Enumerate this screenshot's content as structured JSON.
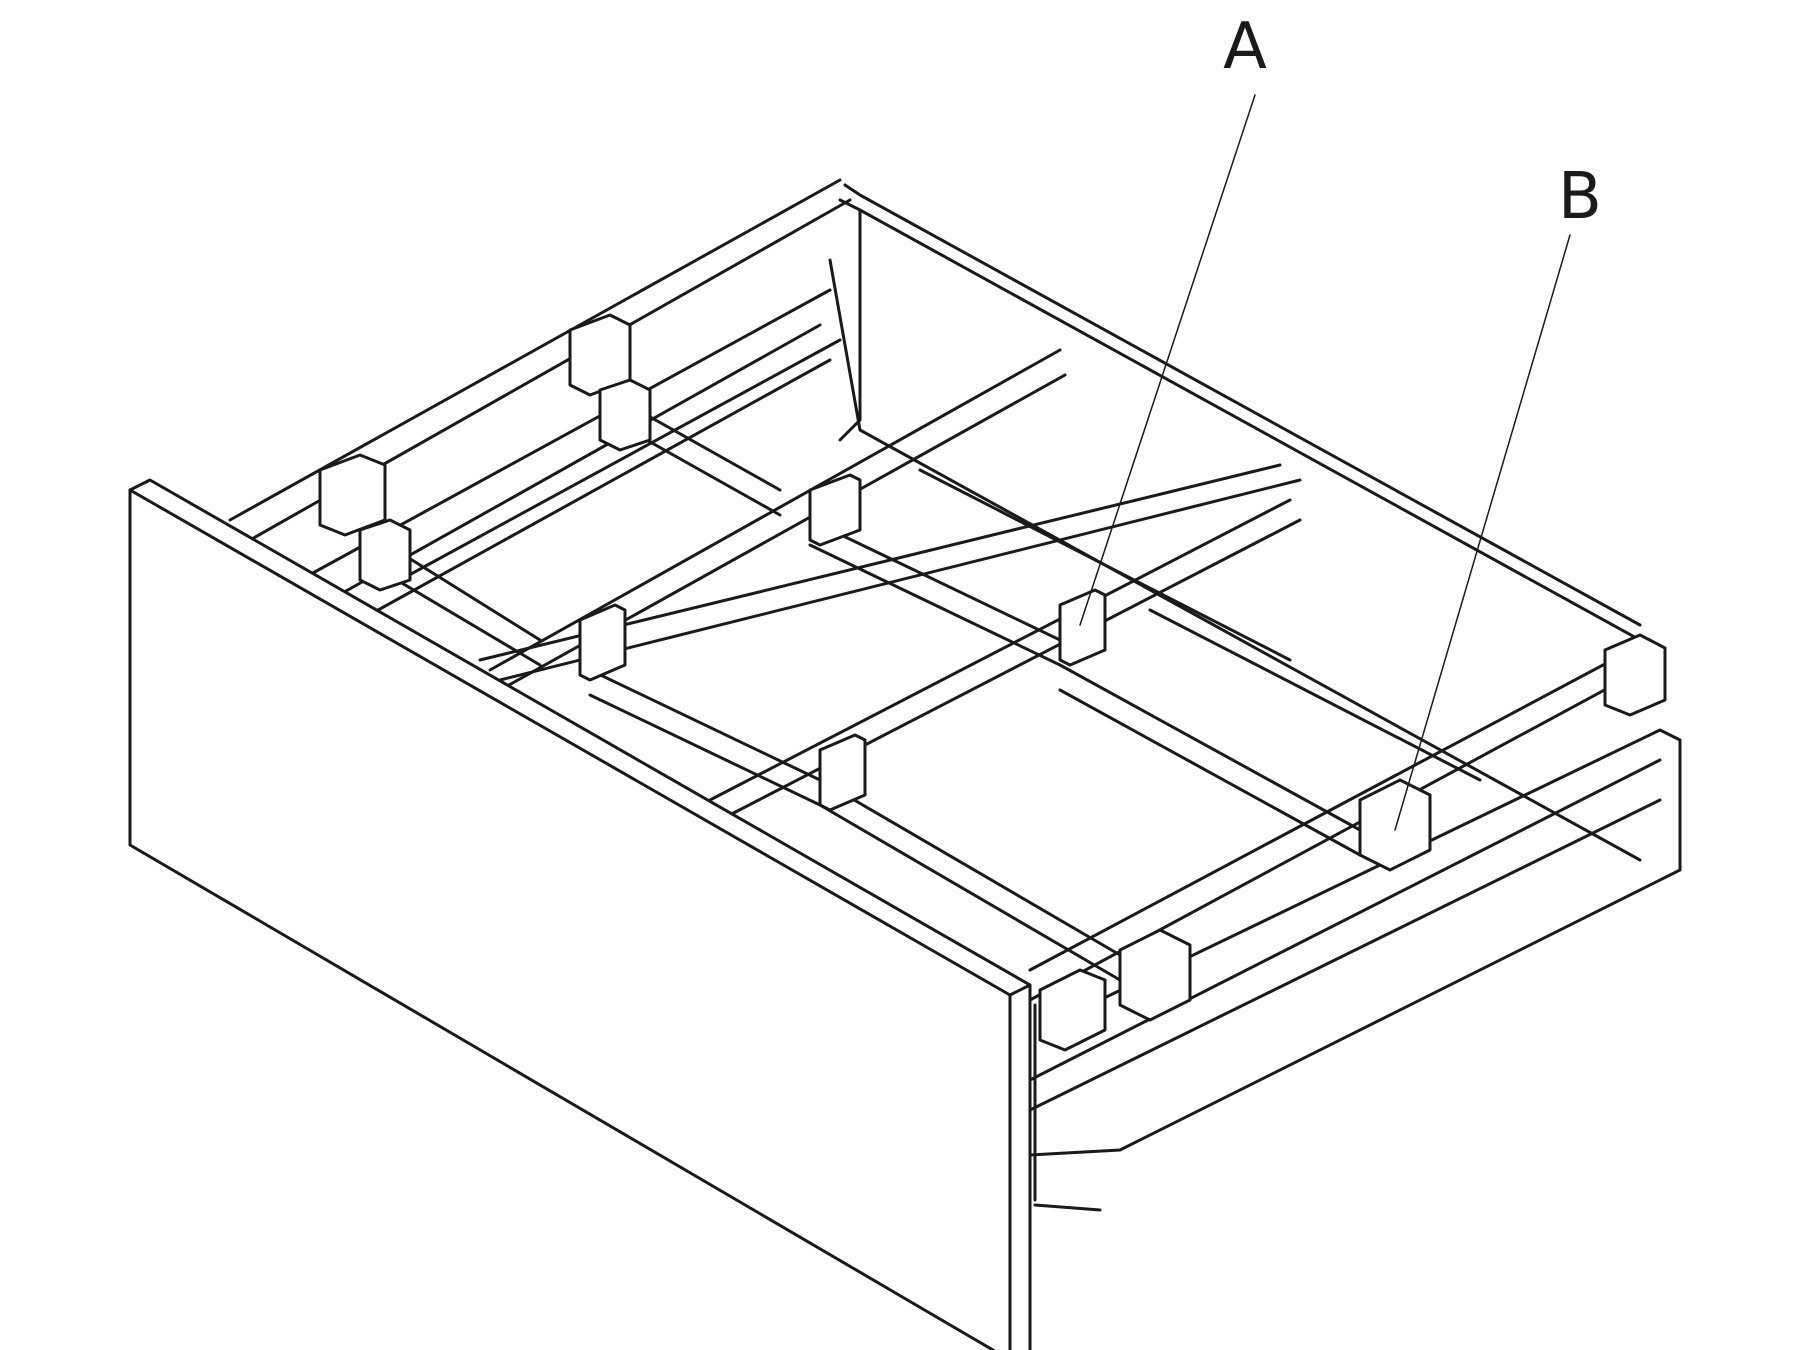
{
  "diagram": {
    "callouts": [
      {
        "label": "A",
        "target": "divider-connector"
      },
      {
        "label": "B",
        "target": "divider-end-clip"
      }
    ],
    "line_color": "#1a1a1a",
    "background": "#ffffff"
  }
}
